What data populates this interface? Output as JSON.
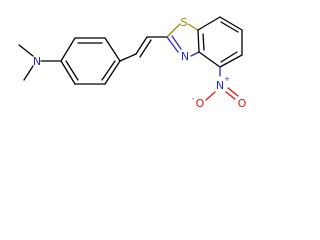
{
  "atoms": {
    "amine_n": {
      "symbol": "N",
      "color": "#2a2acc"
    },
    "thiazole_s": {
      "symbol": "S",
      "color": "#a08a00"
    },
    "thiazole_n": {
      "symbol": "N",
      "color": "#2a2acc"
    },
    "nitro_n": {
      "symbol": "N",
      "charge": "+",
      "color": "#2a2acc"
    },
    "nitro_o_double": {
      "symbol": "O",
      "color": "#e0140f"
    },
    "nitro_o_single": {
      "symbol": "O",
      "charge": "-",
      "color": "#e0140f"
    }
  },
  "colors": {
    "carbon_bond": "#000000",
    "nitrogen": "#2a2acc",
    "sulfur": "#a08a00",
    "oxygen": "#e0140f",
    "background": "#ffffff"
  }
}
